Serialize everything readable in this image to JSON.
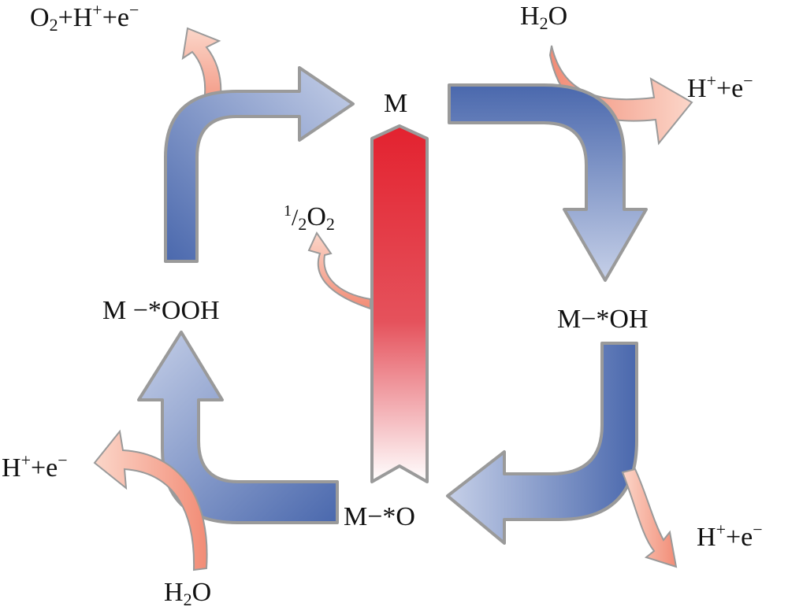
{
  "colors": {
    "blue_dark": "#4a68ad",
    "blue_light": "#c3cde6",
    "red_strong": "#e3222f",
    "red_light": "#ffffff",
    "orange_arrow": "#f28c76",
    "orange_light": "#fbd6c9",
    "outline": "#9a9a9a"
  },
  "states": {
    "m": "M",
    "m_oh": "M−*OH",
    "m_o": "M−*O",
    "m_ooh": "M −*OOH"
  },
  "species": {
    "h2o_top": {
      "pre": "H",
      "sub": "2",
      "post": "O"
    },
    "h2o_bottom": {
      "pre": "H",
      "sub": "2",
      "post": "O"
    },
    "h_e_top_right": {
      "pre": "H",
      "sup": "+",
      "post": "+e",
      "sup2": "−"
    },
    "h_e_bottom_right": {
      "pre": "H",
      "sup": "+",
      "post": "+e",
      "sup2": "−"
    },
    "h_e_left": {
      "pre": "H",
      "sup": "+",
      "post": "+e",
      "sup2": "−"
    },
    "o2_top_left": {
      "a": "O",
      "sub": "2",
      "b": "+H",
      "sup": "+",
      "c": "+e",
      "sup2": "−"
    },
    "half_o2": {
      "num": "1",
      "slash": "/",
      "den": "2",
      "pre": "O",
      "sub": "2"
    }
  }
}
